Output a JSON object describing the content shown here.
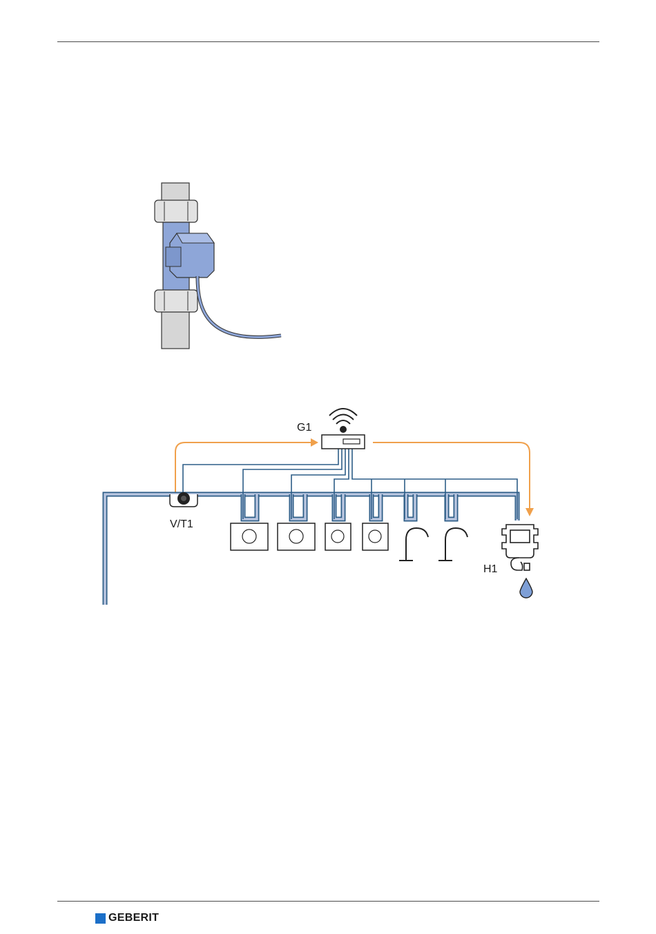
{
  "colors": {
    "pipe_blue": "#2d5d87",
    "pipe_fill": "#b9c6e0",
    "sensor_blue": "#8ea6d8",
    "signal_orange": "#f0a04b",
    "drop_blue": "#7e9fd6",
    "brand_blue": "#1b6fc8"
  },
  "diagram": {
    "gateway_label": "G1",
    "valve_label": "V/T1",
    "detector_label": "H1",
    "consumers": [
      {
        "kind": "flush-plate-large"
      },
      {
        "kind": "flush-plate-large"
      },
      {
        "kind": "flush-plate-small"
      },
      {
        "kind": "flush-plate-small"
      },
      {
        "kind": "tap"
      },
      {
        "kind": "tap"
      }
    ]
  },
  "footer": {
    "brand": "GEBERIT"
  }
}
